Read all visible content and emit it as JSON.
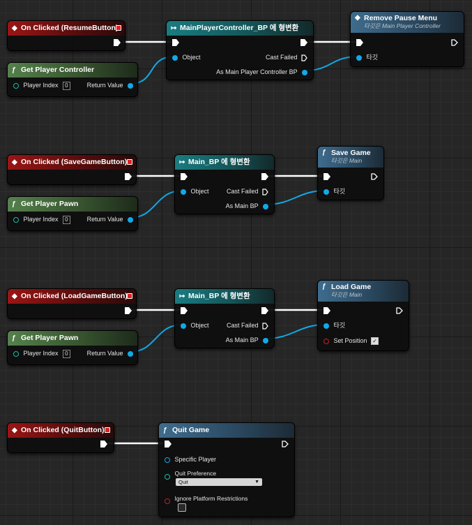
{
  "events": {
    "resume": "On Clicked (ResumeButton)",
    "save": "On Clicked (SaveGameButton)",
    "load": "On Clicked (LoadGameButton)",
    "quit": "On Clicked (QuitButton)"
  },
  "get_controller": {
    "title": "Get Player Controller",
    "player_index_label": "Player Index",
    "player_index_value": "0",
    "return_label": "Return Value"
  },
  "get_pawn": {
    "title": "Get Player Pawn",
    "player_index_label": "Player Index",
    "player_index_value": "0",
    "return_label": "Return Value"
  },
  "cast_controller": {
    "title": "MainPlayerController_BP 에 형변환",
    "object_label": "Object",
    "cast_failed_label": "Cast Failed",
    "as_label": "As Main Player Controller BP"
  },
  "cast_main": {
    "title": "Main_BP 에 형변환",
    "object_label": "Object",
    "cast_failed_label": "Cast Failed",
    "as_label": "As Main BP"
  },
  "remove_pause_menu": {
    "title": "Remove Pause Menu",
    "subtitle": "타깃은 Main Player Controller",
    "target_label": "타깃"
  },
  "save_game": {
    "title": "Save Game",
    "subtitle": "타깃은 Main",
    "target_label": "타깃"
  },
  "load_game": {
    "title": "Load Game",
    "subtitle": "타깃은 Main",
    "target_label": "타깃",
    "set_position_label": "Set Position",
    "set_position_checked": true
  },
  "quit_game": {
    "title": "Quit Game",
    "specific_player_label": "Specific Player",
    "quit_preference_label": "Quit Preference",
    "quit_preference_value": "Quit",
    "ignore_label": "Ignore Platform Restrictions",
    "ignore_checked": false
  },
  "colors": {
    "exec_wire": "#ffffff",
    "object_wire": "#11a9e6",
    "event_header": "#9b1515",
    "pure_header": "#55814d",
    "cast_header": "#1a7c81",
    "function_header": "#3f6c8d"
  }
}
